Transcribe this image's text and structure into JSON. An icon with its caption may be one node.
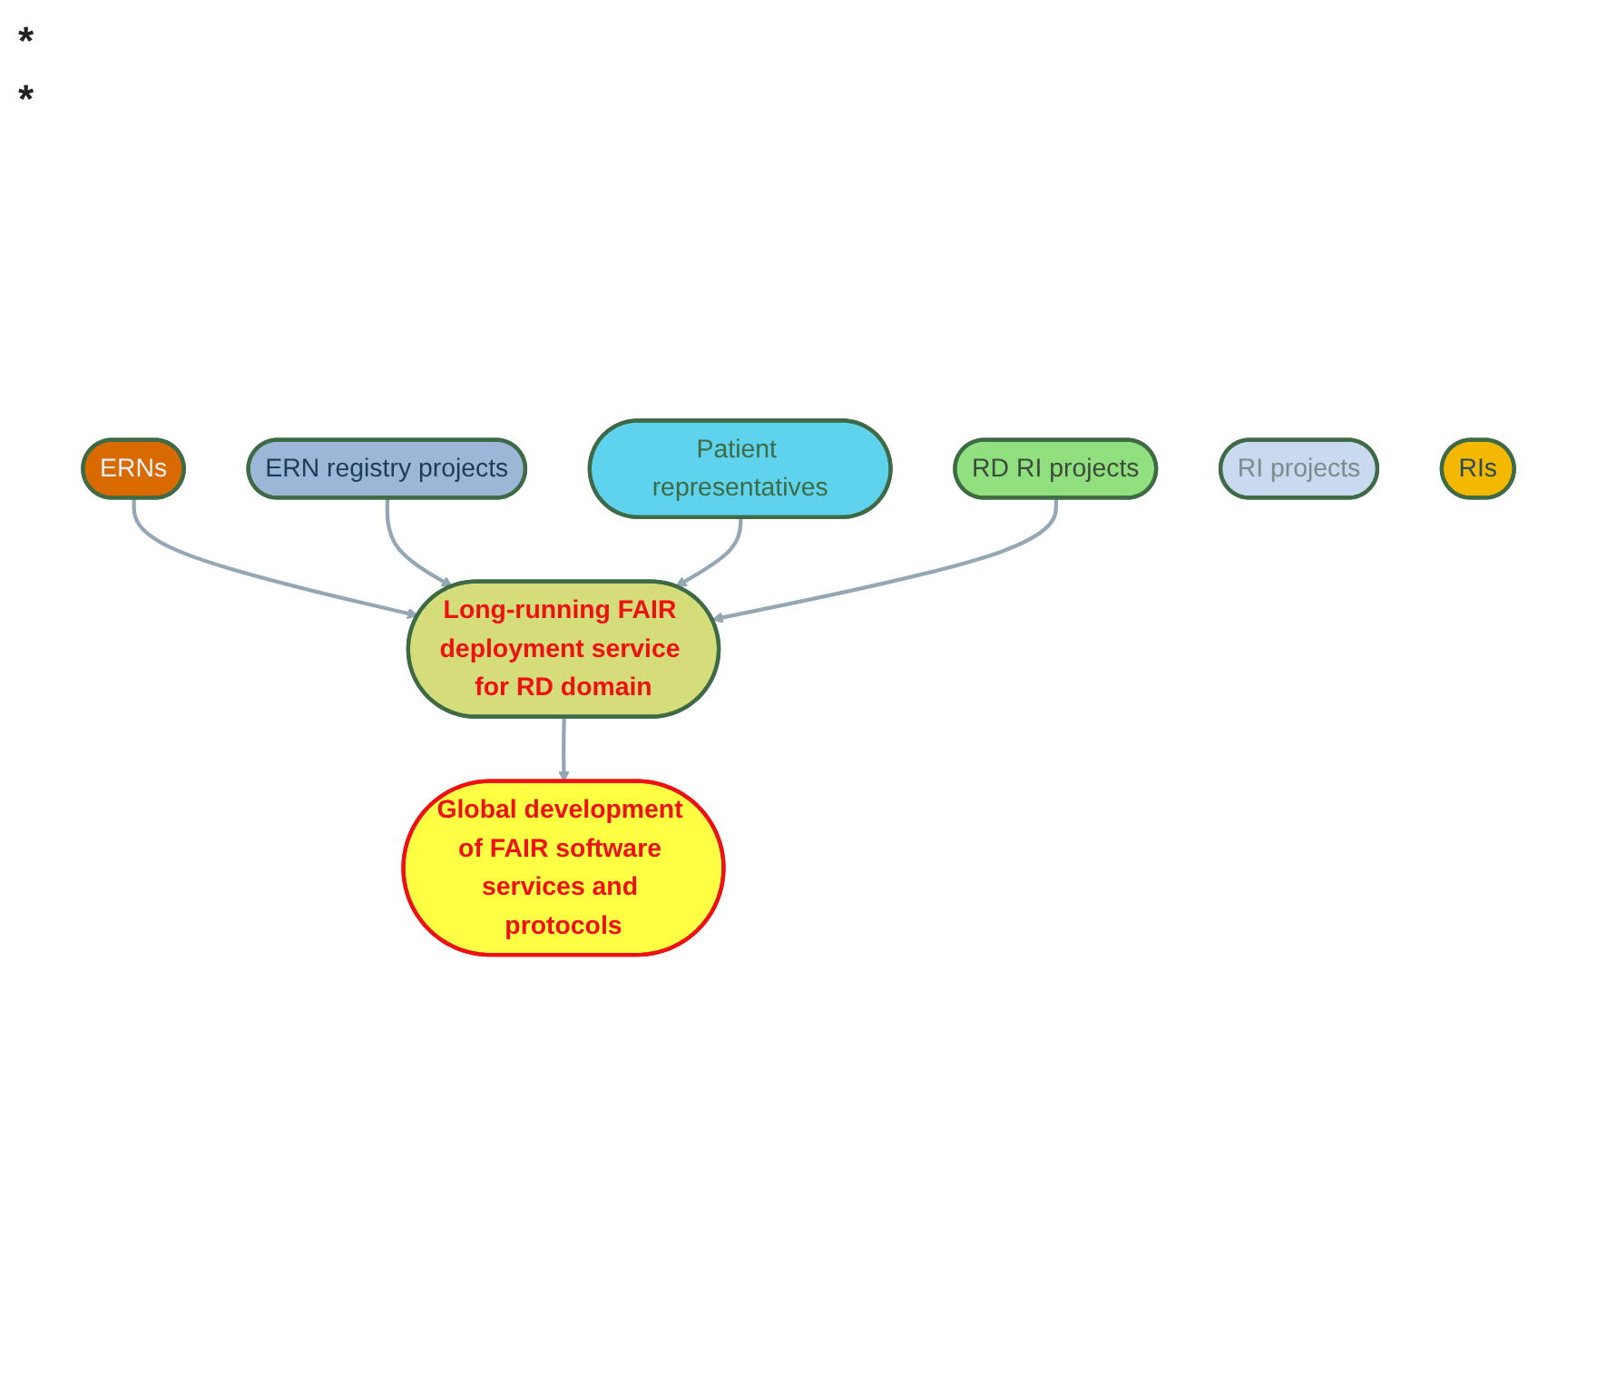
{
  "diagram": {
    "nodes": [
      {
        "text": [
          "ERNs"
        ]
      },
      {
        "text": [
          "Patient representatives"
        ]
      },
      {
        "text": [
          "ERN registry projects"
        ]
      },
      {
        "text": [
          "RD RI projects"
        ]
      },
      {
        "text": [
          "RI projects"
        ]
      },
      {
        "text": [
          "RIs"
        ]
      },
      {
        "text": [
          "Global development of FAIR software services and protocols"
        ]
      },
      {
        "text": [
          "Long-running FAIR deployment service for RD domain"
        ]
      }
    ],
    "edges": [
      {
        "from": 0,
        "to": 7,
        "arrow": "to"
      },
      {
        "from": 2,
        "to": 7,
        "arrow": "to"
      },
      {
        "from": 1,
        "to": 7,
        "arrow": "to"
      },
      {
        "from": 3,
        "to": 7,
        "arrow": "to"
      },
      {
        "from": 7,
        "to": 6,
        "arrow": "to"
      }
    ],
    "labels": [
      "*",
      "*"
    ]
  }
}
